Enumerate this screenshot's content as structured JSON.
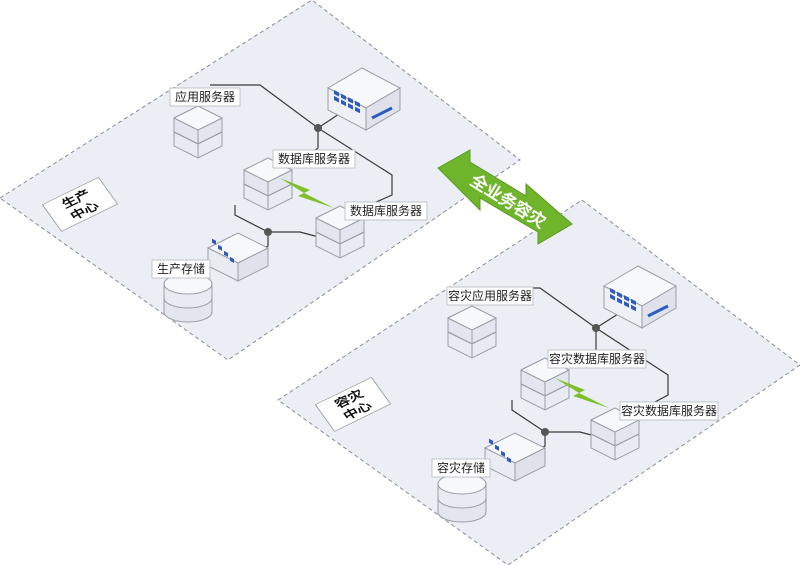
{
  "colors": {
    "zone_fill": "#eceef6",
    "zone_stroke": "#8a8d96",
    "link_line": "#3a3a3a",
    "device_top": "#f7f8fb",
    "device_side": "#e3e6ee",
    "port_blue": "#2d5bbf",
    "replication_green": "#7fbf2a",
    "arrow_green": "#6fb52b"
  },
  "arrow": {
    "label": "全业务容灾"
  },
  "production": {
    "title_line1": "生产",
    "title_line2": "中心",
    "app_server_label": "应用服务器",
    "db_server1_label": "数据库服务器",
    "db_server2_label": "数据库服务器",
    "storage_label": "生产存储"
  },
  "disaster": {
    "title_line1": "容灾",
    "title_line2": "中心",
    "app_server_label": "容灾应用服务器",
    "db_server1_label": "容灾数据库服务器",
    "db_server2_label": "容灾数据库服务器",
    "storage_label": "容灾存储"
  }
}
